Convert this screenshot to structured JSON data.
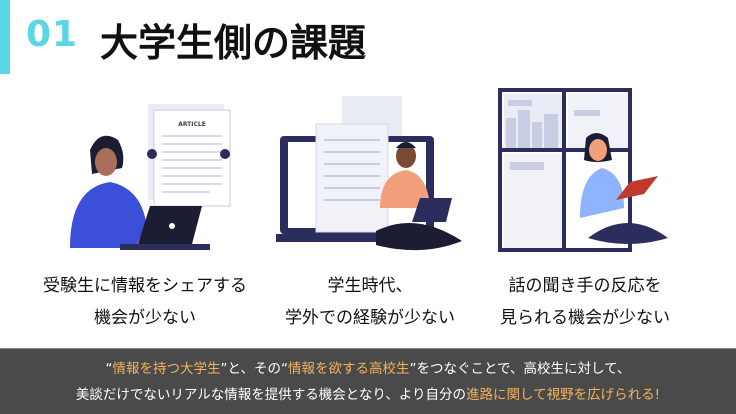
{
  "header": {
    "number": "01",
    "title": "大学生側の課題"
  },
  "illustrations": {
    "article_label": "ARTICLE"
  },
  "issues": [
    {
      "line1": "受験生に情報をシェアする",
      "line2": "機会が少ない"
    },
    {
      "line1": "学生時代、",
      "line2": "学外での経験が少ない"
    },
    {
      "line1": "話の聞き手の反応を",
      "line2": "見られる機会が少ない"
    }
  ],
  "banner": {
    "l1_a": "“",
    "l1_hl1": "情報を持つ大学生",
    "l1_b": "”と、その“",
    "l1_hl2": "情報を欲する高校生",
    "l1_c": "”をつなぐことで、高校生に対して、",
    "l2_a": "美談だけでないリアルな情報を提供する機会となり、より自分の",
    "l2_hl": "進路に関して視野を広げられる!"
  },
  "colors": {
    "accent": "#5bd6e3",
    "highlight": "#f2b25c",
    "banner_bg": "#4a4a4a",
    "navy": "#2b2d5c",
    "blue": "#3b4fd8"
  }
}
